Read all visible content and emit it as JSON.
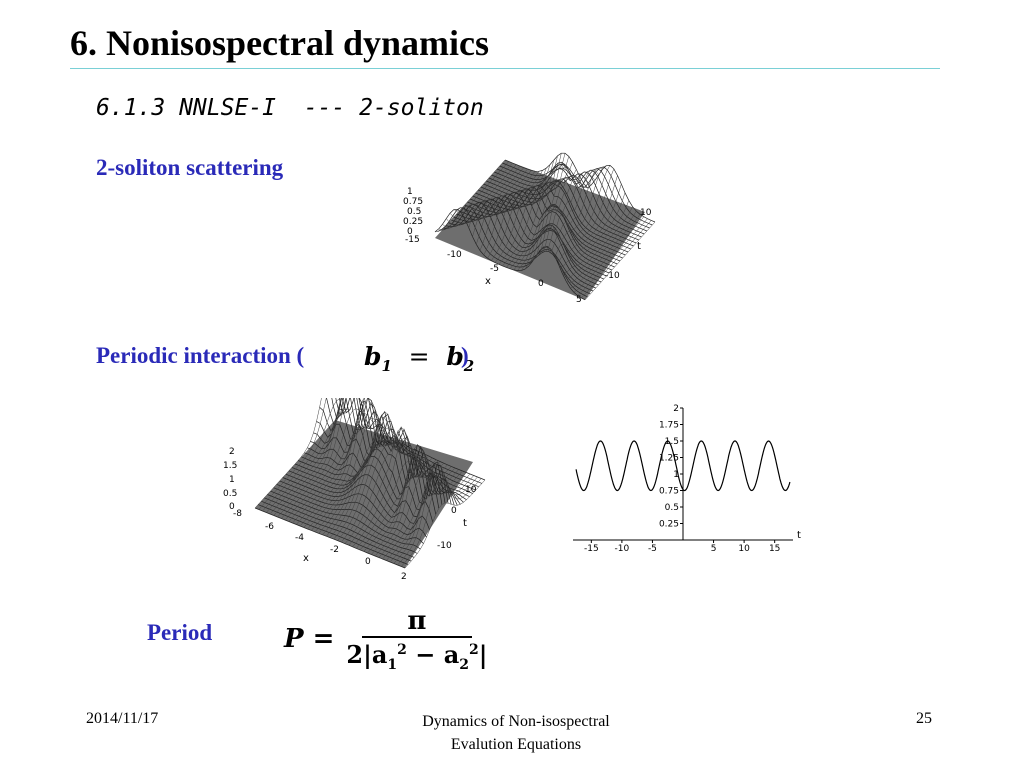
{
  "slide": {
    "title": "6. Nonisospectral dynamics",
    "subtitle": "6.1.3 NNLSE-I  --- 2-soliton",
    "sections": {
      "scattering": "2-soliton scattering",
      "periodic_prefix": "Periodic interaction (",
      "periodic_suffix": ")",
      "period": "Period"
    },
    "equation": {
      "lhs": "b",
      "sub1": "1",
      "eq": "=",
      "rhs": "b",
      "sub2": "2"
    },
    "period_formula": {
      "lhs": "P =",
      "numerator": "π",
      "denominator": "2|a",
      "den_sub1": "1",
      "den_sup": "2",
      "minus": "− a",
      "den_sub2": "2",
      "den_sup2": "2",
      "close": "|"
    }
  },
  "plot1": {
    "z_ticks": [
      "1",
      "0.75",
      "0.5",
      "0.25",
      "0"
    ],
    "x_ticks": [
      "-15",
      "-10",
      "-5",
      "0",
      "5"
    ],
    "t_ticks": [
      "10",
      "-10"
    ],
    "x_label": "x",
    "t_label": "t"
  },
  "plot2": {
    "z_ticks": [
      "2",
      "1.5",
      "1",
      "0.5",
      "0"
    ],
    "x_ticks": [
      "-8",
      "-6",
      "-4",
      "-2",
      "0",
      "2"
    ],
    "t_ticks": [
      "10",
      "0",
      "-10"
    ],
    "x_label": "x",
    "t_label": "t"
  },
  "chart_data": {
    "type": "line",
    "x_label": "t",
    "y_ticks": [
      "2",
      "1.75",
      "1.5",
      "1.25",
      "1",
      "0.75",
      "0.5",
      "0.25"
    ],
    "x_ticks": [
      "-15",
      "-10",
      "-5",
      "5",
      "10",
      "15"
    ],
    "ylim": [
      0,
      2
    ],
    "xlim": [
      -18,
      18
    ],
    "peaks_x": [
      -13.5,
      -8,
      -2.5,
      3,
      8.5,
      14
    ],
    "peak_y": 1.5,
    "trough_y": 0.75
  },
  "footer": {
    "date": "2014/11/17",
    "title_line1": "Dynamics of Non-isospectral",
    "title_line2": "Evalution Equations",
    "page": "25"
  }
}
